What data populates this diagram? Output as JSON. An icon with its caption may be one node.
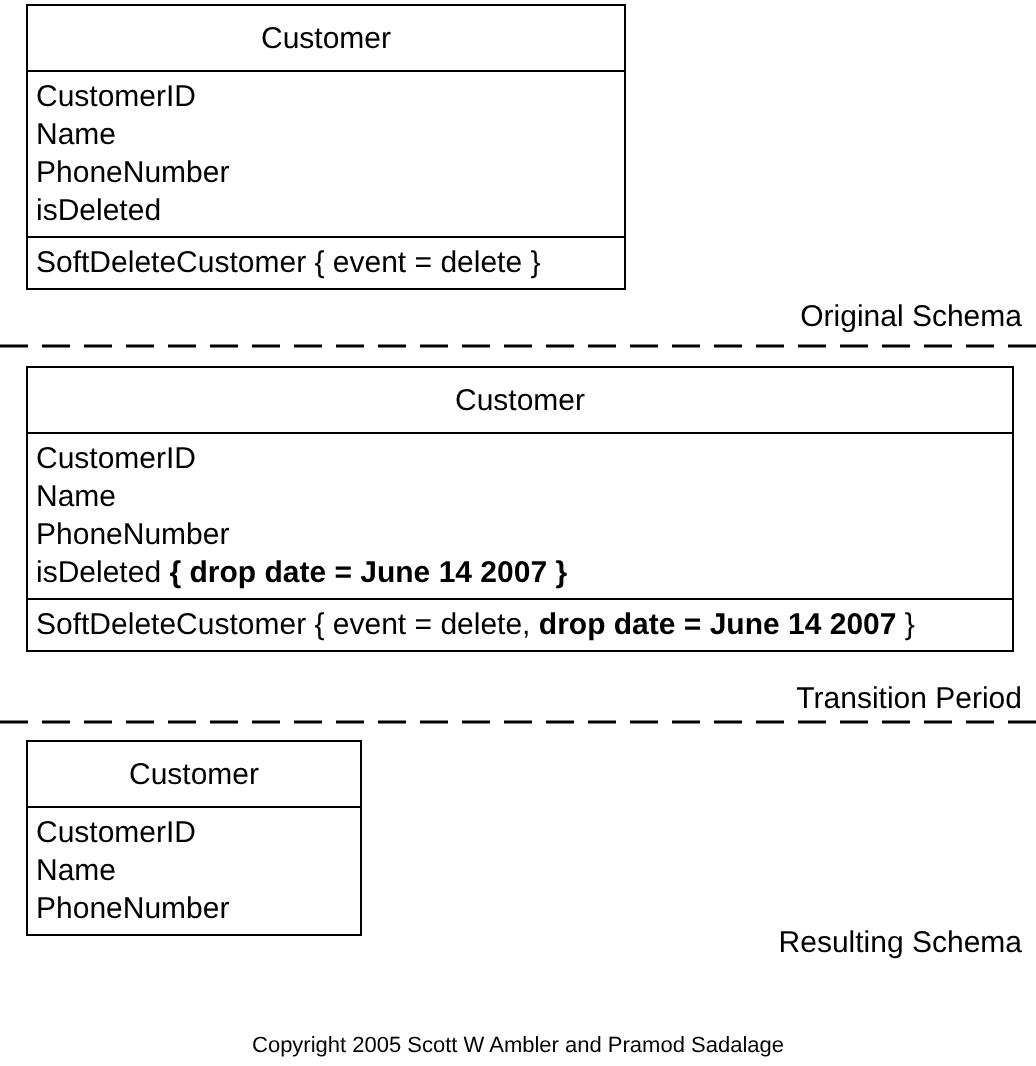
{
  "diagram": {
    "nodes": [
      {
        "text": [
          "Customer",
          "CustomerID",
          "Name",
          "PhoneNumber",
          "isDeleted",
          "SoftDeleteCustomer { event = delete }"
        ]
      },
      {
        "text": [
          "Customer",
          "CustomerID",
          "Name",
          "PhoneNumber",
          "isDeleted **{ drop date = June 14 2007 }**",
          "SoftDeleteCustomer { event = delete, **drop date = June 14 2007** }"
        ]
      },
      {
        "text": [
          "Customer",
          "CustomerID",
          "Name",
          "PhoneNumber"
        ]
      }
    ],
    "labels": [
      "Original Schema",
      "Transition Period",
      "Resulting Schema",
      "Copyright 2005 Scott W Ambler and Pramod Sadalage"
    ]
  }
}
